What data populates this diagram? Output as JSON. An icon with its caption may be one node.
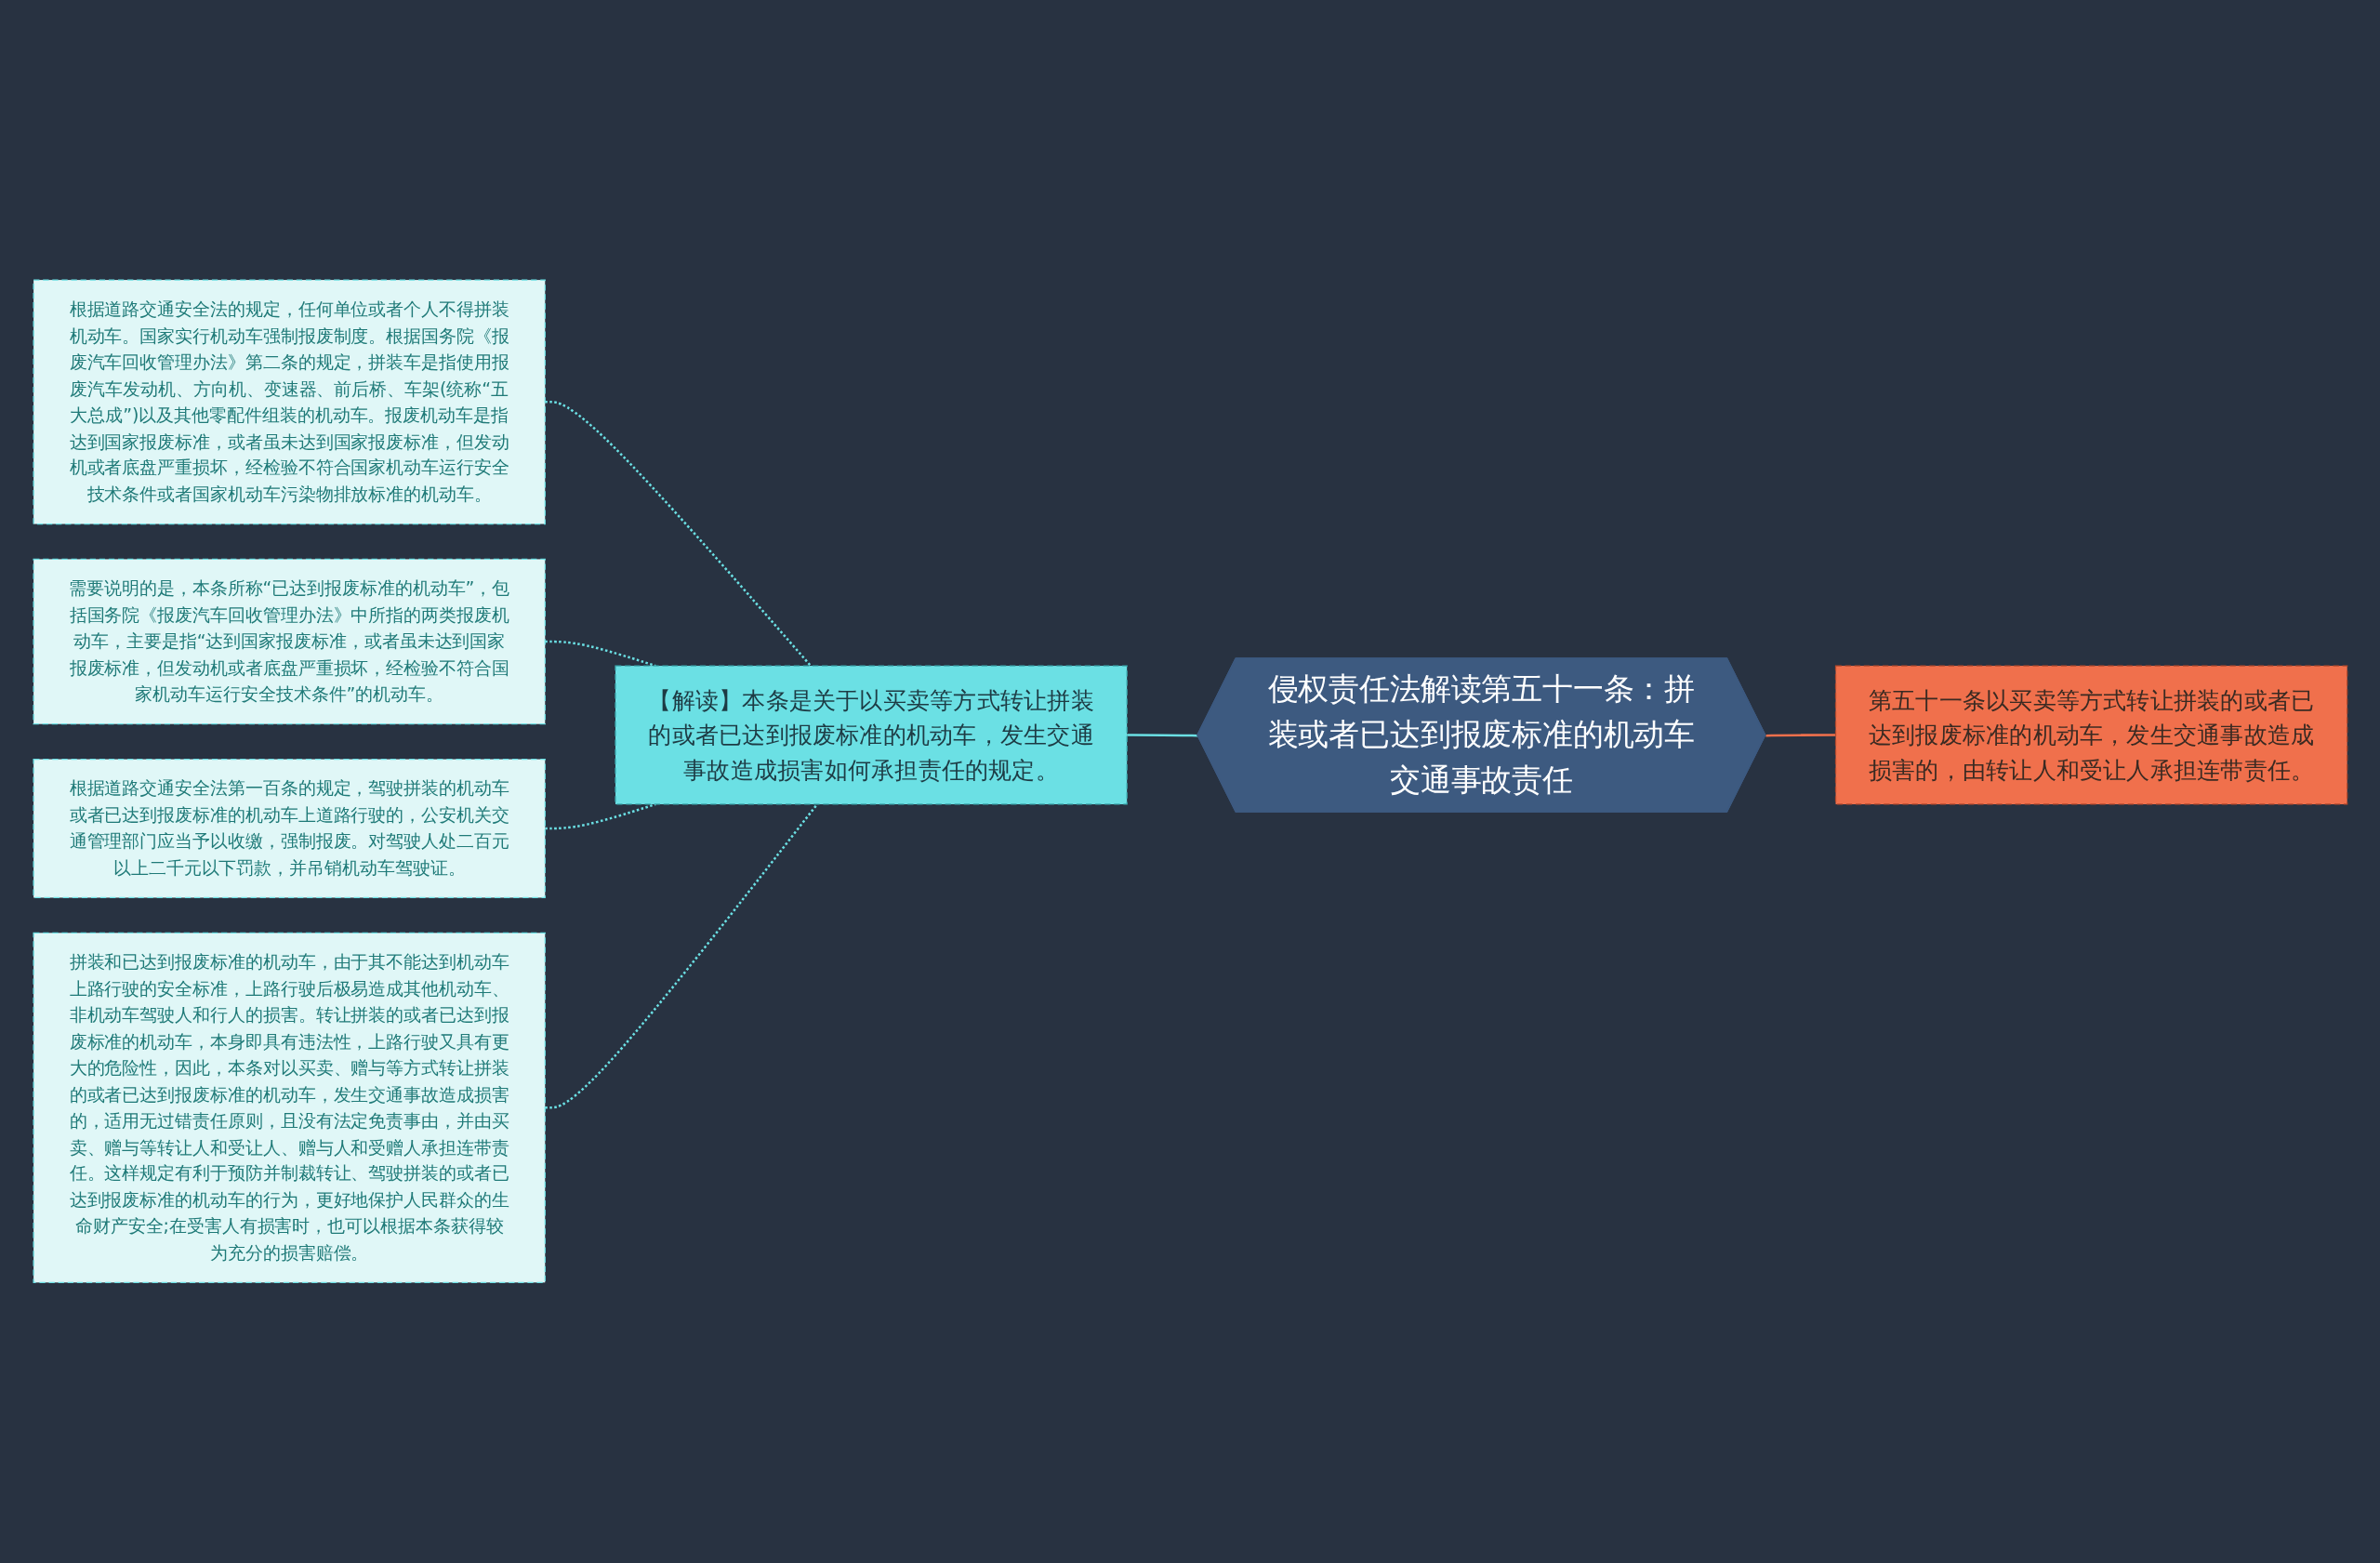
{
  "diagram": {
    "nodes": [
      {
        "text": [
          "侵权责任法解读第五十一条：拼装或者已达到报废标准的机动车交通事故责任"
        ]
      },
      {
        "text": [
          "第五十一条以买卖等方式转让拼装的或者已达到报废标准的机动车，发生交通事故造成损害的，由转让人和受让人承担连带责任。"
        ]
      },
      {
        "text": [
          "【解读】本条是关于以买卖等方式转让拼装的或者已达到报废标准的机动车，发生交通事故造成损害如何承担责任的规定。"
        ]
      },
      {
        "text": [
          "根据道路交通安全法的规定，任何单位或者个人不得拼装机动车。国家实行机动车强制报废制度。根据国务院《报废汽车回收管理办法》第二条的规定，拼装车是指使用报废汽车发动机、方向机、变速器、前后桥、车架(统称“五大总成”)以及其他零配件组装的机动车。报废机动车是指达到国家报废标准，或者虽未达到国家报废标准，但发动机或者底盘严重损坏，经检验不符合国家机动车运行安全技术条件或者国家机动车污染物排放标准的机动车。"
        ]
      },
      {
        "text": [
          "需要说明的是，本条所称“已达到报废标准的机动车”，包括国务院《报废汽车回收管理办法》中所指的两类报废机动车，主要是指“达到国家报废标准，或者虽未达到国家报废标准，但发动机或者底盘严重损坏，经检验不符合国家机动车运行安全技术条件”的机动车。"
        ]
      },
      {
        "text": [
          "根据道路交通安全法第一百条的规定，驾驶拼装的机动车或者已达到报废标准的机动车上道路行驶的，公安机关交通管理部门应当予以收缴，强制报废。对驾驶人处二百元以上二千元以下罚款，并吊销机动车驾驶证。"
        ]
      },
      {
        "text": [
          "拼装和已达到报废标准的机动车，由于其不能达到机动车上路行驶的安全标准，上路行驶后极易造成其他机动车、非机动车驾驶人和行人的损害。转让拼装的或者已达到报废标准的机动车，本身即具有违法性，上路行驶又具有更大的危险性，因此，本条对以买卖、赠与等方式转让拼装的或者已达到报废标准的机动车，发生交通事故造成损害的，适用无过错责任原则，且没有法定免责事由，并由买卖、赠与等转让人和受让人、赠与人和受赠人承担连带责任。这样规定有利于预防并制裁转让、驾驶拼装的或者已达到报废标准的机动车的行为，更好地保护人民群众的生命财产安全;在受害人有损害时，也可以根据本条获得较为充分的损害赔偿。"
        ]
      }
    ],
    "edges": [
      {
        "from": 3,
        "to": 2,
        "arrow": "none",
        "style": "dashed"
      },
      {
        "from": 4,
        "to": 2,
        "arrow": "none",
        "style": "dashed"
      },
      {
        "from": 5,
        "to": 2,
        "arrow": "none",
        "style": "dashed"
      },
      {
        "from": 6,
        "to": 2,
        "arrow": "none",
        "style": "dashed"
      },
      {
        "from": 2,
        "to": 0,
        "arrow": "none"
      },
      {
        "from": 0,
        "to": 1,
        "arrow": "none",
        "color": "#f0704c"
      }
    ]
  }
}
